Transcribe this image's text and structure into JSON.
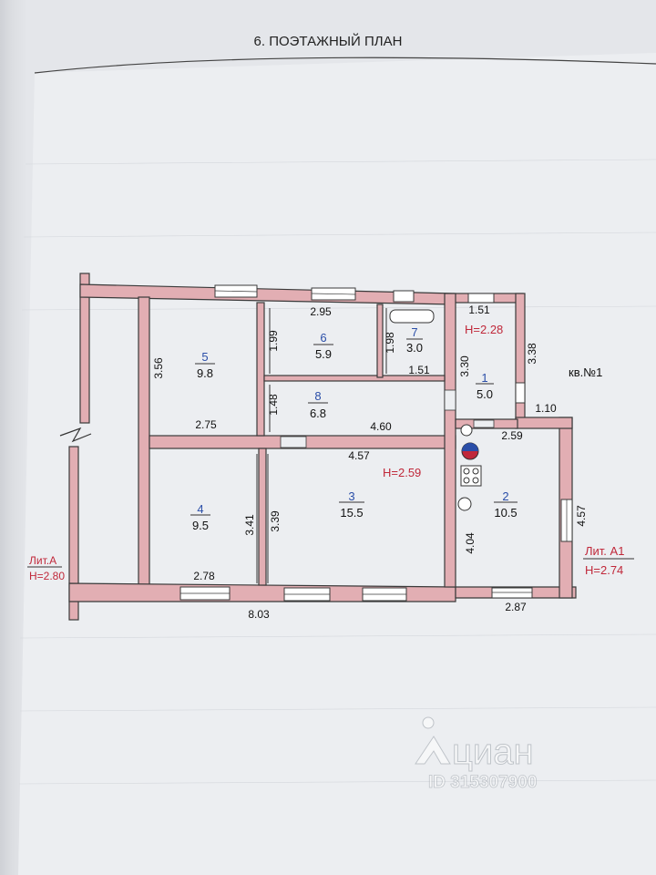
{
  "header": {
    "title": "6. ПОЭТАЖНЫЙ ПЛАН"
  },
  "colors": {
    "wall": "#e2aeb3",
    "wall_stroke": "#3a3a3a",
    "accent": "#c0283a",
    "blue": "#2a4ea8"
  },
  "rooms": [
    {
      "num": "1",
      "area": "5.0"
    },
    {
      "num": "2",
      "area": "10.5"
    },
    {
      "num": "3",
      "area": "15.5"
    },
    {
      "num": "4",
      "area": "9.5"
    },
    {
      "num": "5",
      "area": "9.8"
    },
    {
      "num": "6",
      "area": "5.9"
    },
    {
      "num": "7",
      "area": "3.0"
    },
    {
      "num": "8",
      "area": "6.8"
    }
  ],
  "dimensions": {
    "d_295": "2.95",
    "d_151_top": "1.51",
    "d_199": "1.99",
    "d_198": "1.98",
    "d_151_mid": "1.51",
    "d_356": "3.56",
    "d_330": "3.30",
    "d_338": "3.38",
    "d_148": "1.48",
    "d_275": "2.75",
    "d_460": "4.60",
    "d_110": "1.10",
    "d_259": "2.59",
    "d_457_mid": "4.57",
    "d_341": "3.41",
    "d_339": "3.39",
    "d_457_right": "4.57",
    "d_404": "4.04",
    "d_278": "2.78",
    "d_803": "8.03",
    "d_287": "2.87"
  },
  "labels": {
    "h_228": "H=2.28",
    "h_259": "H=2.59",
    "apartment": "кв.№1",
    "lit_a": "Лит.А",
    "h_280": "H=2.80",
    "lit_a1": "Лит. А1",
    "h_274": "H=2.74"
  },
  "watermark": {
    "brand": "циан",
    "id": "ID 315307900"
  }
}
